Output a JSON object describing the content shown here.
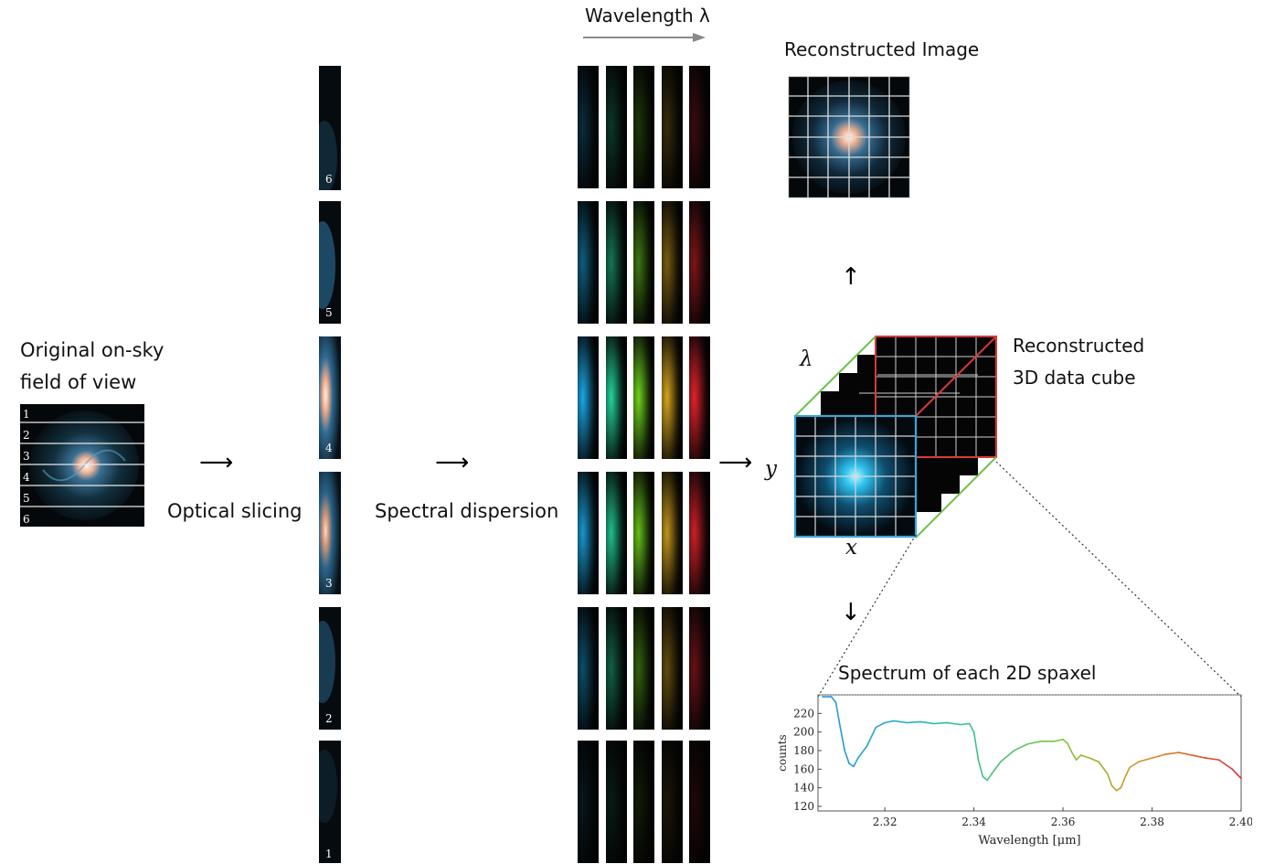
{
  "labels": {
    "original_fov": [
      "Original on-sky",
      "field of view"
    ],
    "optical_slicing": "Optical slicing",
    "spectral_dispersion": "Spectral dispersion",
    "wavelength": "Wavelength λ",
    "reconstructed_image": "Reconstructed Image",
    "data_cube": [
      "Reconstructed",
      "3D data cube"
    ],
    "spectrum_title": "Spectrum of each 2D spaxel",
    "axis_x": "x",
    "axis_y": "y",
    "axis_lambda": "λ"
  },
  "slice_numbers": [
    "1",
    "2",
    "3",
    "4",
    "5",
    "6"
  ],
  "slices_top_to_bottom": [
    "6",
    "5",
    "4",
    "3",
    "2",
    "1"
  ],
  "slice_brightness": [
    0.25,
    0.55,
    1.0,
    0.9,
    0.45,
    0.12
  ],
  "dispersion_colors": [
    "#1aa7e6",
    "#23d39a",
    "#6ed21c",
    "#d6a51c",
    "#e3222c"
  ],
  "cube_colors": {
    "front": "#3aa6d8",
    "mid": "#6cc04a",
    "back": "#d83a3a"
  },
  "chart_data": {
    "type": "line",
    "title": "",
    "xlabel": "Wavelength [μm]",
    "ylabel": "counts",
    "xlim": [
      2.305,
      2.4
    ],
    "ylim": [
      115,
      240
    ],
    "xticks": [
      "2.32",
      "2.34",
      "2.36",
      "2.38",
      "2.40"
    ],
    "xtick_values": [
      2.32,
      2.34,
      2.36,
      2.38,
      2.4
    ],
    "yticks": [
      "120",
      "140",
      "160",
      "180",
      "200",
      "220"
    ],
    "ytick_values": [
      120,
      140,
      160,
      180,
      200,
      220
    ],
    "series": [
      {
        "x": [
          2.306,
          2.308,
          2.309,
          2.31,
          2.311,
          2.312,
          2.313,
          2.314,
          2.316,
          2.318,
          2.32,
          2.322,
          2.325,
          2.328,
          2.331,
          2.334,
          2.337,
          2.339,
          2.34,
          2.341,
          2.342,
          2.343,
          2.344,
          2.346,
          2.349,
          2.352,
          2.355,
          2.358,
          2.36,
          2.361,
          2.362,
          2.363,
          2.364,
          2.366,
          2.368,
          2.37,
          2.371,
          2.372,
          2.373,
          2.374,
          2.375,
          2.377,
          2.38,
          2.383,
          2.386,
          2.389,
          2.392,
          2.395,
          2.398,
          2.4
        ],
        "y": [
          238,
          238,
          232,
          205,
          180,
          166,
          163,
          172,
          185,
          205,
          210,
          212,
          210,
          211,
          209,
          210,
          208,
          209,
          200,
          170,
          152,
          148,
          155,
          168,
          180,
          187,
          190,
          190,
          192,
          188,
          178,
          170,
          175,
          172,
          168,
          155,
          142,
          137,
          140,
          152,
          162,
          168,
          172,
          176,
          178,
          175,
          172,
          170,
          160,
          150
        ]
      }
    ]
  }
}
